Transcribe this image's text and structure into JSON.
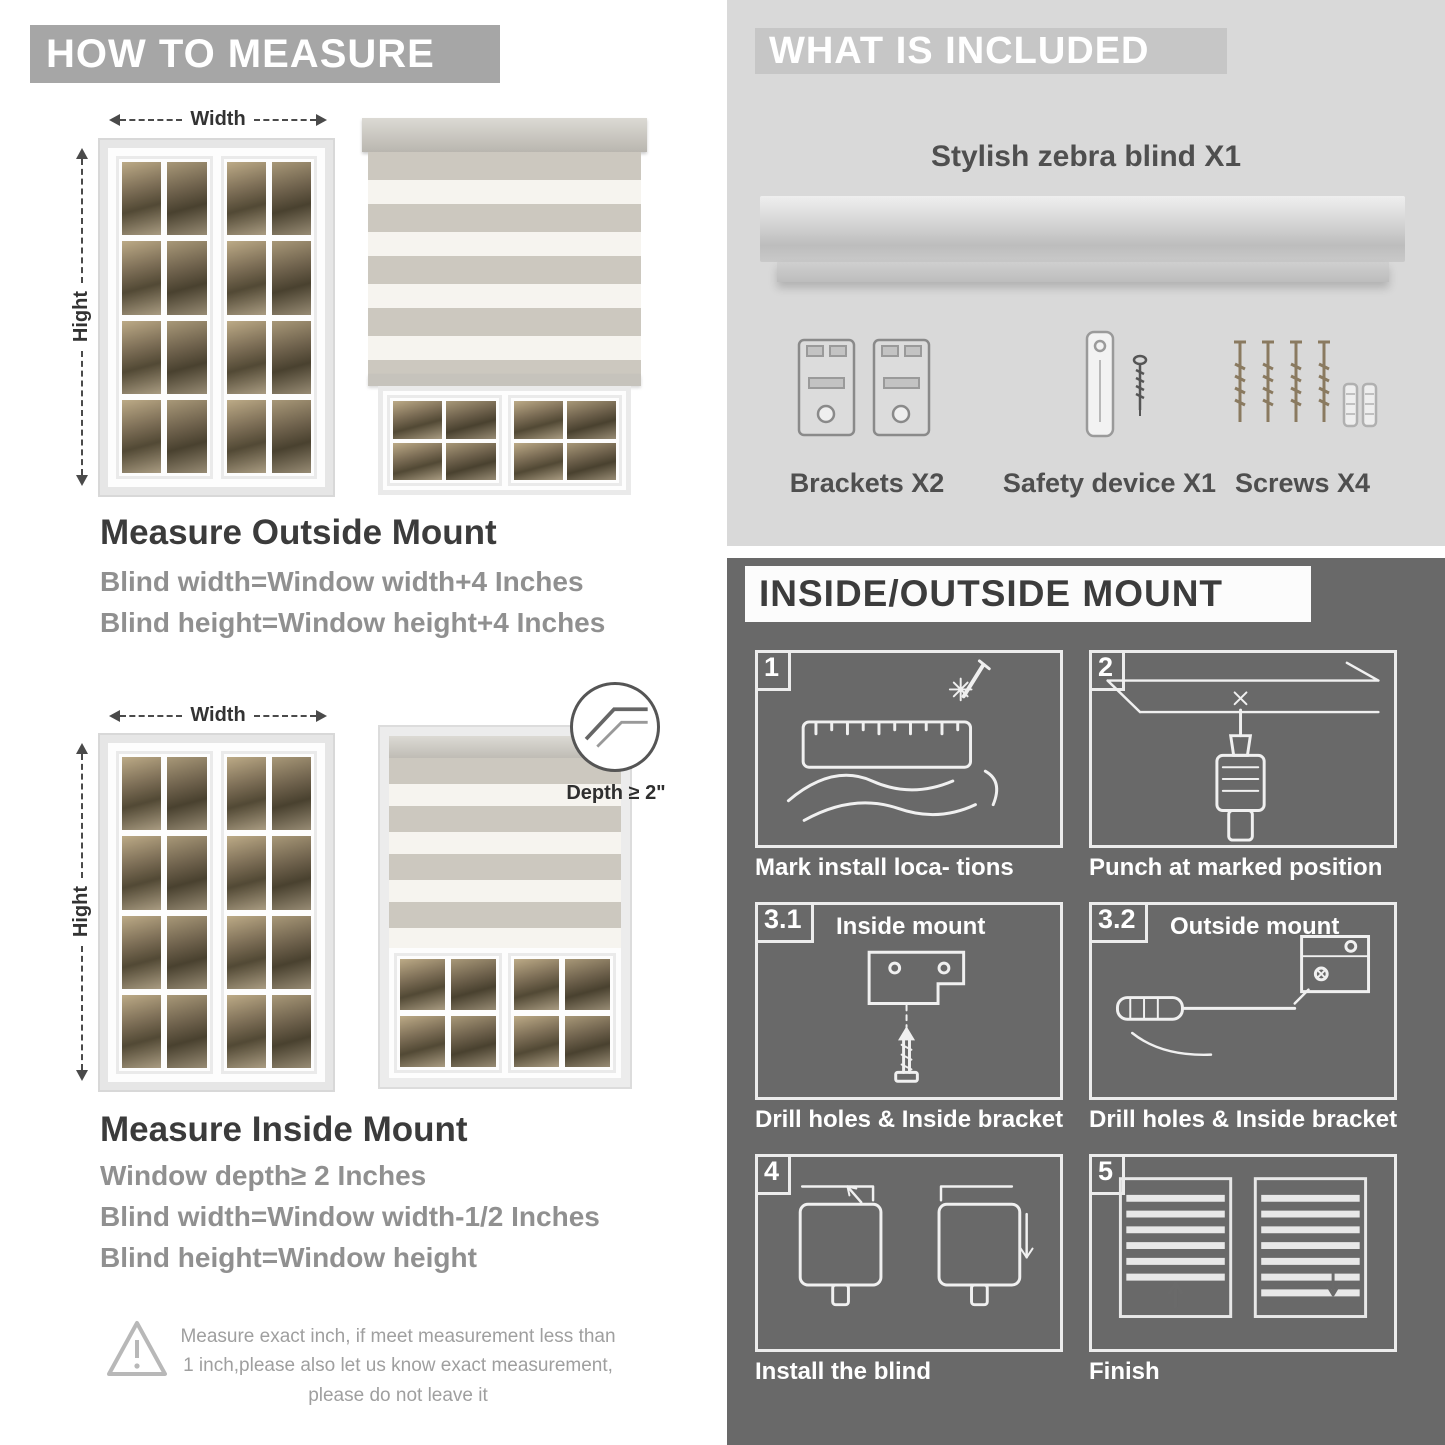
{
  "palette": {
    "banner_gray": "#a6a6a6",
    "included_bg": "#d9d9d9",
    "included_banner": "#c6c6c6",
    "mount_bg": "#696969",
    "heading_dark": "#3b3b3b",
    "formula_gray": "#909090"
  },
  "left": {
    "header": "HOW TO MEASURE",
    "outside": {
      "width_label": "Width",
      "height_label": "Hight",
      "title": "Measure Outside Mount",
      "line1": "Blind width=Window width+4 Inches",
      "line2": "Blind height=Window height+4 Inches"
    },
    "inside": {
      "width_label": "Width",
      "height_label": "Hight",
      "depth_label": "Depth ≥ 2\"",
      "title": "Measure Inside Mount",
      "line1": "Window depth≥ 2 Inches",
      "line2": "Blind width=Window width-1/2 Inches",
      "line3": "Blind height=Window height"
    },
    "warning": "Measure exact inch, if meet measurement less than 1 inch,please also let us know exact measurement, please do not leave it"
  },
  "right": {
    "included": {
      "header": "WHAT IS INCLUDED",
      "blind_label": "Stylish zebra blind X1",
      "items": [
        "Brackets X2",
        "Safety device X1",
        "Screws X4"
      ]
    },
    "mount": {
      "header": "INSIDE/OUTSIDE MOUNT",
      "steps": [
        {
          "num": "1",
          "title": "",
          "caption": "Mark install loca- tions"
        },
        {
          "num": "2",
          "title": "",
          "caption": "Punch at  marked position"
        },
        {
          "num": "3.1",
          "title": "Inside mount",
          "caption": "Drill holes &  Inside bracket"
        },
        {
          "num": "3.2",
          "title": "Outside mount",
          "caption": "Drill holes &  Inside bracket"
        },
        {
          "num": "4",
          "title": "",
          "caption": "Install the blind"
        },
        {
          "num": "5",
          "title": "",
          "caption": "Finish"
        }
      ]
    }
  }
}
